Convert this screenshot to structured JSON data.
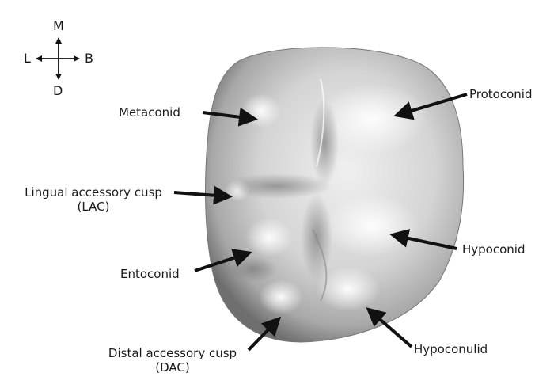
{
  "compass": {
    "top": "M",
    "left": "L",
    "right": "B",
    "bottom": "D"
  },
  "labels": {
    "metaconid": "Metaconid",
    "protoconid": "Protoconid",
    "lac_line1": "Lingual accessory cusp",
    "lac_line2": "(LAC)",
    "entoconid": "Entoconid",
    "hypoconid": "Hypoconid",
    "dac_line1": "Distal accessory cusp",
    "dac_line2": "(DAC)",
    "hypoconulid": "Hypoconulid"
  },
  "colors": {
    "background": "#ffffff",
    "arrow": "#111111",
    "tooth_base": "#b8b8b8",
    "tooth_highlight": "#f2f2f2",
    "tooth_shadow": "#6e6e6e"
  }
}
